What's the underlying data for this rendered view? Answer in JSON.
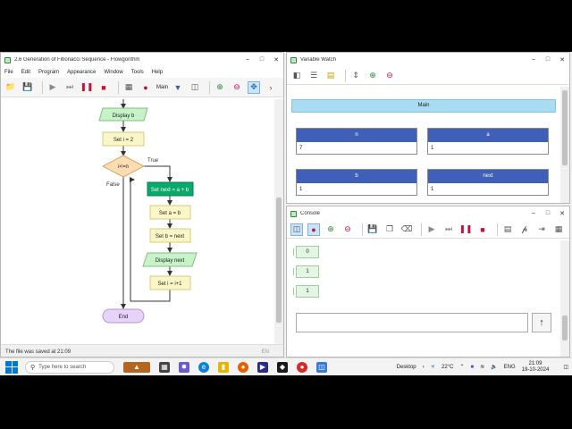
{
  "flowgorithm": {
    "title": "2.6 Generation of Fibonacci Sequence - Flowgorithm",
    "menus": [
      "File",
      "Edit",
      "Program",
      "Appearance",
      "Window",
      "Tools",
      "Help"
    ],
    "function_selector": "Main",
    "shapes": {
      "display_b": "Display b",
      "set_i": "Set i = 2",
      "condition": "i<=n",
      "true_label": "True",
      "false_label": "False",
      "set_next": "Set next = a + b",
      "set_a": "Set a = b",
      "set_b": "Set b = next",
      "display_next": "Display next",
      "set_i_inc": "Set i = i+1",
      "end": "End"
    },
    "status": "The file was saved at 21:09",
    "status_lang": "EN"
  },
  "watch": {
    "title": "Variable Watch",
    "header": "Main",
    "variables": [
      {
        "name": "n",
        "value": "7"
      },
      {
        "name": "a",
        "value": "1"
      },
      {
        "name": "b",
        "value": "1"
      },
      {
        "name": "next",
        "value": "1"
      }
    ]
  },
  "console": {
    "title": "Console",
    "lines": [
      "0",
      "1",
      "1"
    ],
    "send_icon": "up-arrow-icon"
  },
  "taskbar": {
    "search_placeholder": "Type here to search",
    "desktop_label": "Desktop",
    "temperature": "22°C",
    "language": "ENG",
    "time": "21:09",
    "date": "19-10-2024"
  },
  "colors": {
    "process_green": "#0aa86a",
    "var_header_blue": "#3f5fb8",
    "main_header": "#a9dbf3",
    "decision": "#fcdcb2",
    "end_purple": "#e7d3f7"
  }
}
